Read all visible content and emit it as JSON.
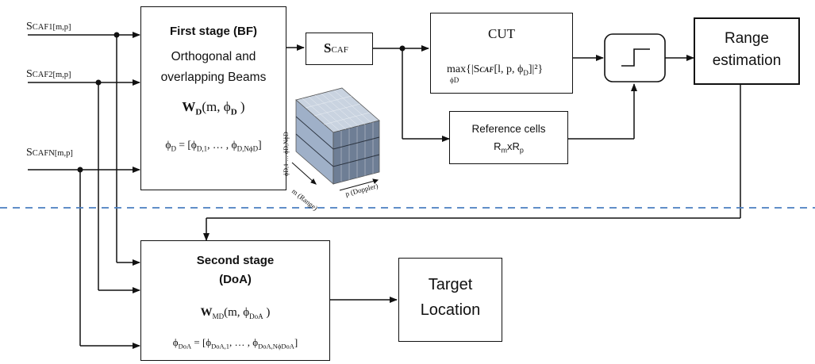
{
  "inputs": {
    "s1": {
      "base": "S",
      "sub": "CAF1[m,p]"
    },
    "s2": {
      "base": "S",
      "sub": "CAF2[m,p]"
    },
    "sn": {
      "base": "S",
      "sub": "CAFN[m,p]"
    }
  },
  "first_stage": {
    "title": "First stage (BF)",
    "line1": "Orthogonal and",
    "line2": "overlapping Beams",
    "weight_base": "W",
    "weight_sub": "D",
    "weight_args": "(m, ϕ",
    "weight_args_sub": "D",
    "weight_close": " )",
    "phi_base": "ϕ",
    "phi_sub": "D",
    "phi_eq": " = [ϕ",
    "phi_sub1": "D,1",
    "phi_mid": ", … , ϕ",
    "phi_sub2": "D,NϕD",
    "phi_close": "]"
  },
  "scaf": {
    "base": "S",
    "sub": "CAF"
  },
  "cut": {
    "title": "CUT",
    "max": "max",
    "max_sub": "ϕD",
    "expr": "{|S",
    "expr_sub": "CAF",
    "expr_rest": "[l, p, ϕ",
    "expr_sub2": "D",
    "expr_end": "]|²}"
  },
  "reference": {
    "title": "Reference cells",
    "base1": "R",
    "sub1": "m",
    "times": "xR",
    "sub2": "p"
  },
  "range_estimation": {
    "line1": "Range",
    "line2": "estimation"
  },
  "second_stage": {
    "line1": "Second stage",
    "line2": "(DoA)",
    "weight_base": "W",
    "weight_sub": "MD",
    "weight_args": "(m, ϕ",
    "weight_args_sub": "DoA",
    "weight_close": " )",
    "phi_base": "ϕ",
    "phi_sub": "DoA",
    "phi_eq": " = [ϕ",
    "phi_sub1": "DoA,1",
    "phi_mid": ", … , ϕ",
    "phi_sub2": "DoA,NϕDoA",
    "phi_close": "]"
  },
  "target": {
    "line1": "Target",
    "line2": "Location"
  },
  "cube": {
    "x_label": "p (Doppler)",
    "y_label": "m (Range)",
    "z_label": "ϕD,1 … ϕD,NϕD"
  },
  "colors": {
    "line": "#111111",
    "divider": "#4a7fc1",
    "cube_front": "#9fb0c8",
    "cube_top": "#c9d3e0"
  }
}
